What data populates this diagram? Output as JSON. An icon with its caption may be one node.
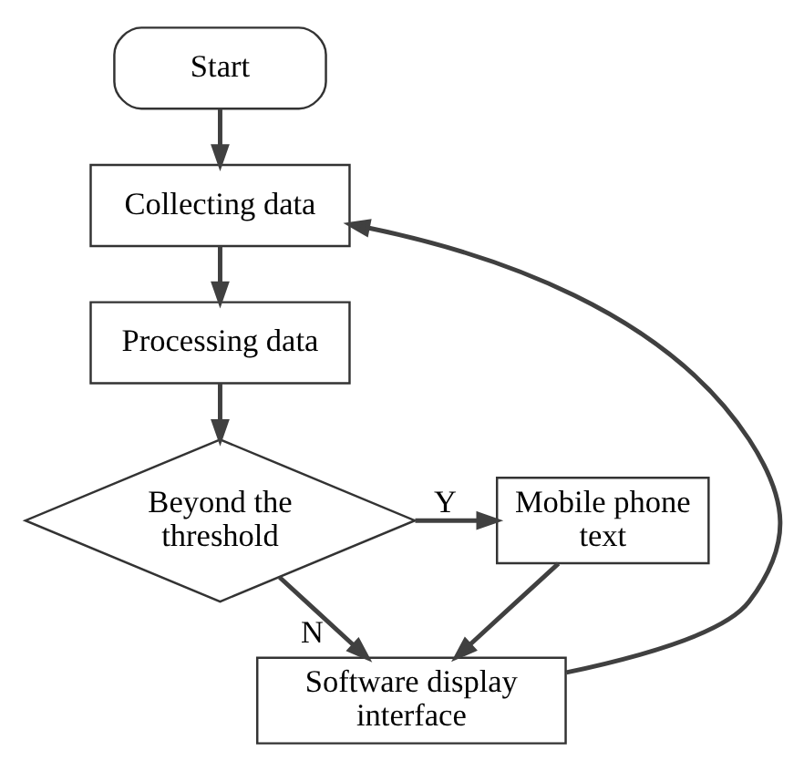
{
  "diagram": {
    "nodes": [
      {
        "text": [
          "Start"
        ]
      },
      {
        "text": [
          "Collecting data"
        ]
      },
      {
        "text": [
          "Processing data"
        ]
      },
      {
        "text": [
          "Beyond the threshold"
        ]
      },
      {
        "text": [
          "Mobile phone text"
        ]
      },
      {
        "text": [
          "Software display interface"
        ]
      }
    ],
    "edges": [
      {
        "from": 0,
        "to": 1,
        "arrow": "to"
      },
      {
        "from": 1,
        "to": 2,
        "arrow": "to"
      },
      {
        "from": 2,
        "to": 3,
        "arrow": "to"
      },
      {
        "from": 3,
        "to": 4,
        "arrow": "to",
        "label": "Y"
      },
      {
        "from": 3,
        "to": 5,
        "arrow": "to",
        "label": "N"
      },
      {
        "from": 4,
        "to": 5,
        "arrow": "to"
      },
      {
        "from": 5,
        "to": 1,
        "arrow": "to"
      }
    ]
  }
}
